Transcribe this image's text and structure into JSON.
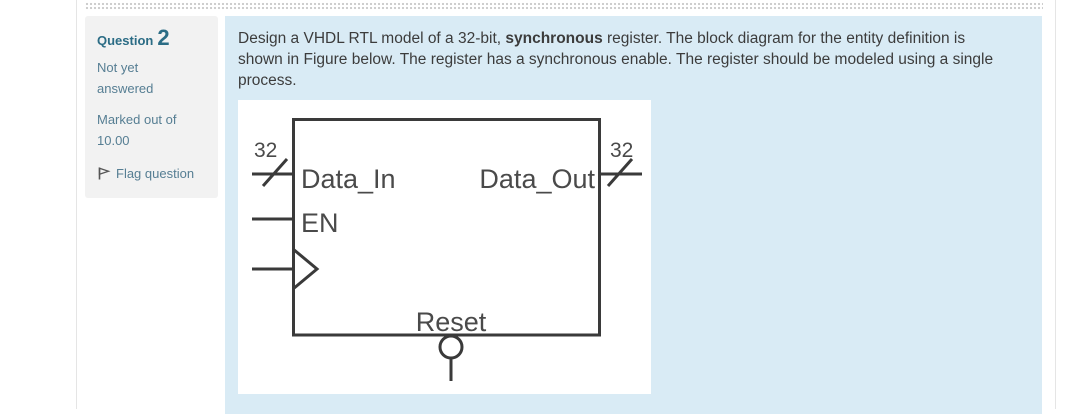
{
  "sidebar": {
    "question_label": "Question",
    "question_number": "2",
    "status": "Not yet\nanswered",
    "grade": "Marked out of\n10.00",
    "flag_label": "Flag question"
  },
  "question": {
    "text_part1": "Design a VHDL RTL model of a 32-bit, ",
    "text_bold": "synchronous",
    "text_part2": " register. The block diagram for the entity definition is shown in Figure below. The register has a synchronous enable. The register should be modeled using a single process."
  },
  "diagram": {
    "type": "block-diagram",
    "component": "32-bit synchronous register with enable and active-low reset",
    "input_bus_label": "Data_In",
    "input_bus_width": "32",
    "output_bus_label": "Data_Out",
    "output_bus_width": "32",
    "enable_label": "EN",
    "reset_label": "Reset",
    "clock_symbol": "edge-trigger-triangle-icon",
    "reset_symbol": "active-low-bubble-icon"
  },
  "colors": {
    "question_bg": "#d9ebf5",
    "panel_bg": "#f2f2f2",
    "heading_teal": "#2b6c85",
    "sidebar_text": "#567e93",
    "body_text": "#3c3c3c",
    "diagram_line": "#3a3a3a"
  }
}
